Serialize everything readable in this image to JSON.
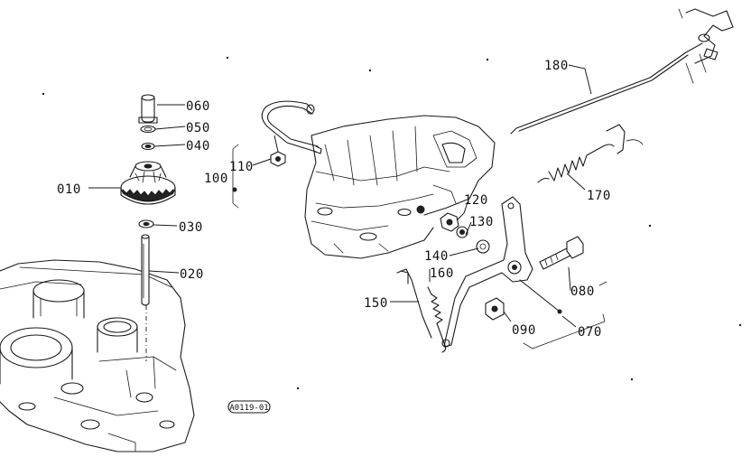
{
  "diagram": {
    "reference_code": "A0119-01",
    "parts": [
      {
        "id": "p060",
        "label": "060"
      },
      {
        "id": "p050",
        "label": "050"
      },
      {
        "id": "p040",
        "label": "040"
      },
      {
        "id": "p010",
        "label": "010"
      },
      {
        "id": "p030",
        "label": "030"
      },
      {
        "id": "p020",
        "label": "020"
      },
      {
        "id": "p110",
        "label": "110"
      },
      {
        "id": "p100",
        "label": "100"
      },
      {
        "id": "p180",
        "label": "180"
      },
      {
        "id": "p170",
        "label": "170"
      },
      {
        "id": "p120",
        "label": "120"
      },
      {
        "id": "p130",
        "label": "130"
      },
      {
        "id": "p140",
        "label": "140"
      },
      {
        "id": "p160",
        "label": "160"
      },
      {
        "id": "p150",
        "label": "150"
      },
      {
        "id": "p080",
        "label": "080"
      },
      {
        "id": "p090",
        "label": "090"
      },
      {
        "id": "p070",
        "label": "070"
      }
    ]
  }
}
